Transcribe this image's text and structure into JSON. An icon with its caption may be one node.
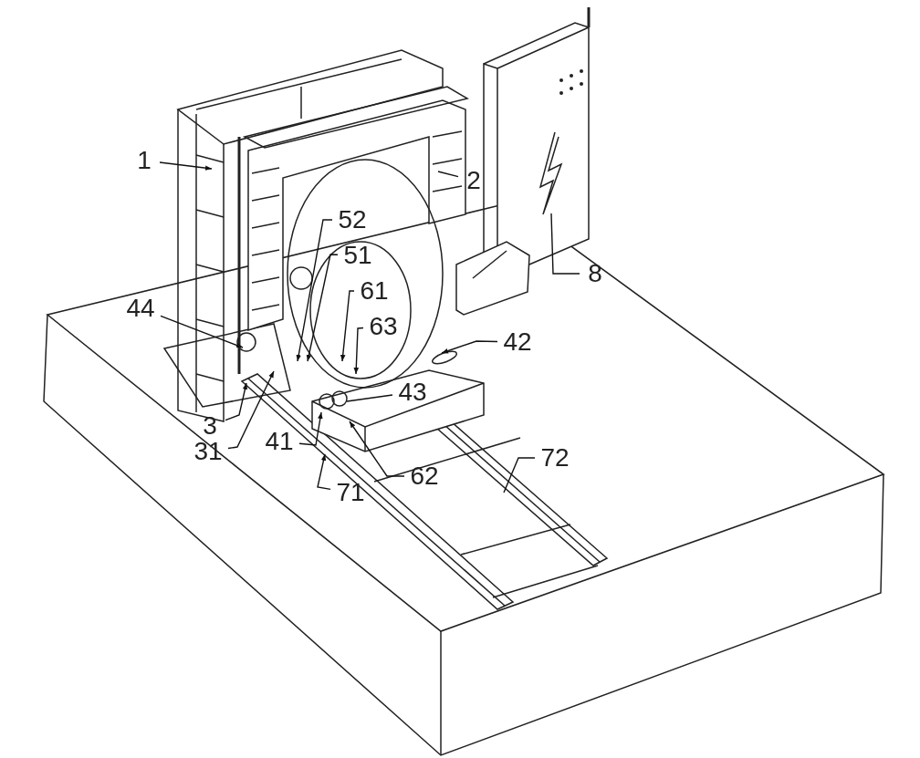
{
  "diagram": {
    "nodes": [
      {
        "text": [
          "1"
        ]
      },
      {
        "text": [
          "2"
        ]
      },
      {
        "text": [
          "52"
        ]
      },
      {
        "text": [
          "51"
        ]
      },
      {
        "text": [
          "8"
        ]
      },
      {
        "text": [
          "61"
        ]
      },
      {
        "text": [
          "44"
        ]
      },
      {
        "text": [
          "63"
        ]
      },
      {
        "text": [
          "42"
        ]
      },
      {
        "text": [
          "43"
        ]
      },
      {
        "text": [
          "3"
        ]
      },
      {
        "text": [
          "31"
        ]
      },
      {
        "text": [
          "41"
        ]
      },
      {
        "text": [
          "62"
        ]
      },
      {
        "text": [
          "71"
        ]
      },
      {
        "text": [
          "72"
        ]
      }
    ],
    "edges": [
      {
        "from": 0,
        "to": null,
        "arrow": "to"
      },
      {
        "from": 1,
        "to": null,
        "arrow": "none"
      },
      {
        "from": 2,
        "to": null,
        "arrow": "to"
      },
      {
        "from": 3,
        "to": null,
        "arrow": "to"
      },
      {
        "from": 4,
        "to": null,
        "arrow": "none"
      },
      {
        "from": 5,
        "to": null,
        "arrow": "to"
      },
      {
        "from": 6,
        "to": null,
        "arrow": "to"
      },
      {
        "from": 7,
        "to": null,
        "arrow": "to"
      },
      {
        "from": 8,
        "to": null,
        "arrow": "to"
      },
      {
        "from": 9,
        "to": null,
        "arrow": "none"
      },
      {
        "from": 10,
        "to": null,
        "arrow": "to"
      },
      {
        "from": 11,
        "to": null,
        "arrow": "to"
      },
      {
        "from": 12,
        "to": null,
        "arrow": "to"
      },
      {
        "from": 13,
        "to": null,
        "arrow": "to"
      },
      {
        "from": 14,
        "to": null,
        "arrow": "to"
      },
      {
        "from": 15,
        "to": null,
        "arrow": "none"
      }
    ]
  }
}
